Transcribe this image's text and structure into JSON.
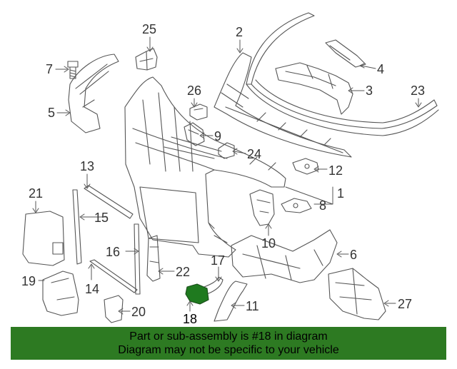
{
  "diagram": {
    "highlight_color": "#1f7a1f",
    "line_color": "#555555",
    "callouts": [
      {
        "id": "25",
        "label": "25"
      },
      {
        "id": "2",
        "label": "2"
      },
      {
        "id": "7",
        "label": "7"
      },
      {
        "id": "4",
        "label": "4"
      },
      {
        "id": "3",
        "label": "3"
      },
      {
        "id": "23",
        "label": "23"
      },
      {
        "id": "26",
        "label": "26"
      },
      {
        "id": "5",
        "label": "5"
      },
      {
        "id": "9",
        "label": "9"
      },
      {
        "id": "24",
        "label": "24"
      },
      {
        "id": "12",
        "label": "12"
      },
      {
        "id": "13",
        "label": "13"
      },
      {
        "id": "21",
        "label": "21"
      },
      {
        "id": "1",
        "label": "1"
      },
      {
        "id": "8",
        "label": "8"
      },
      {
        "id": "15",
        "label": "15"
      },
      {
        "id": "10",
        "label": "10"
      },
      {
        "id": "16",
        "label": "16"
      },
      {
        "id": "17",
        "label": "17"
      },
      {
        "id": "6",
        "label": "6"
      },
      {
        "id": "22",
        "label": "22"
      },
      {
        "id": "19",
        "label": "19"
      },
      {
        "id": "14",
        "label": "14"
      },
      {
        "id": "11",
        "label": "11"
      },
      {
        "id": "27",
        "label": "27"
      },
      {
        "id": "20",
        "label": "20"
      },
      {
        "id": "18",
        "label": "18"
      }
    ]
  },
  "banner": {
    "line1": "Part or sub-assembly is #18 in diagram",
    "line2": "Diagram may not be specific to your vehicle",
    "background": "#2d7a22"
  }
}
